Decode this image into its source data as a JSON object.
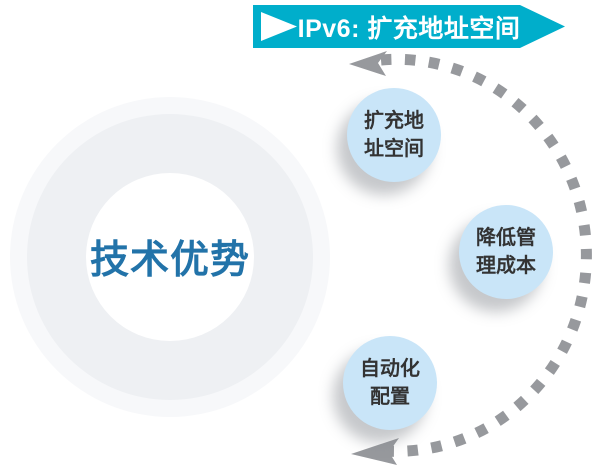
{
  "banner": {
    "label": "IPv6: 扩充地址空间"
  },
  "center_circle": {
    "title": "技术优势"
  },
  "bubbles": [
    {
      "line1": "扩充地",
      "line2": "址空间"
    },
    {
      "line1": "降低管",
      "line2": "理成本"
    },
    {
      "line1": "自动化",
      "line2": "配置"
    }
  ],
  "colors": {
    "banner": "#00aecb",
    "banner_text": "#ffffff",
    "bubble_fill": "#c9e5f8",
    "bubble_text": "#333333",
    "center_title": "#2273a9",
    "arc": "#97999d",
    "ring_outer": "#f7f8fa",
    "ring_mid": "#eef0f3"
  }
}
